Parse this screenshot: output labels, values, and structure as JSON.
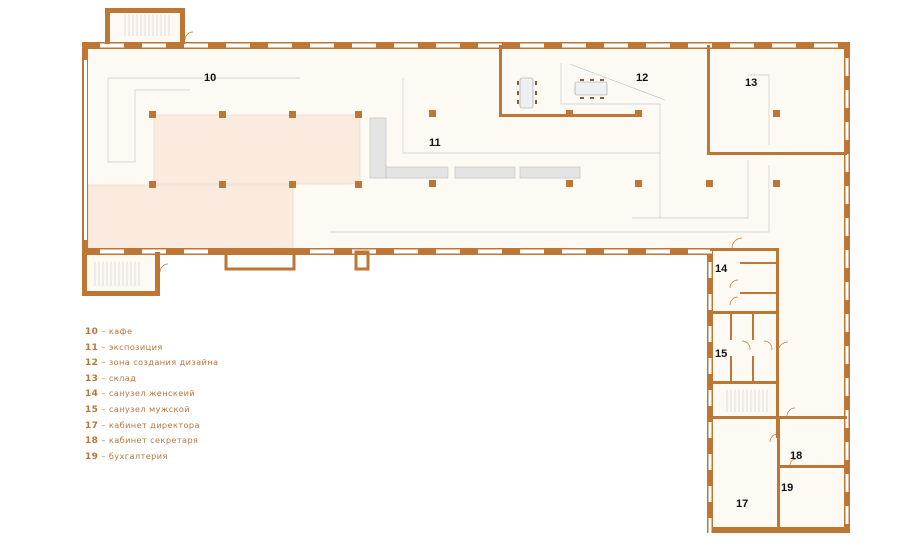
{
  "colors": {
    "wall": "#bd7634",
    "floor": "#fdfaf3",
    "cafe_zone": "#fbebdf",
    "furniture": "#e2e2e2",
    "text_legend": "#b9763a"
  },
  "rooms": {
    "r10": "10",
    "r11": "11",
    "r12": "12",
    "r13": "13",
    "r14": "14",
    "r15": "15",
    "r17": "17",
    "r18": "18",
    "r19": "19"
  },
  "legend": [
    {
      "num": "10",
      "sep": "–",
      "label": "кафе"
    },
    {
      "num": "11",
      "sep": "–",
      "label": "экспозиция"
    },
    {
      "num": "12",
      "sep": "–",
      "label": "зона создания дизайна"
    },
    {
      "num": "13",
      "sep": "–",
      "label": "склад"
    },
    {
      "num": "14",
      "sep": "–",
      "label": "санузел женскеий"
    },
    {
      "num": "15",
      "sep": "–",
      "label": "санузел мужской"
    },
    {
      "num": "17",
      "sep": "–",
      "label": "кабинет директора"
    },
    {
      "num": "18",
      "sep": "–",
      "label": "кабинет секретаря"
    },
    {
      "num": "19",
      "sep": "–",
      "label": "бухгалтерия"
    }
  ]
}
